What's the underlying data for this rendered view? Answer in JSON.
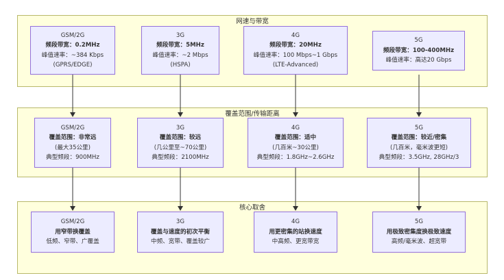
{
  "groups": {
    "bandwidth": {
      "title": "网速与带宽"
    },
    "coverage": {
      "title": "覆盖范围/传输距离"
    },
    "tradeoff": {
      "title": "核心取舍"
    }
  },
  "bandwidth_nodes": [
    {
      "gen": "GSM/2G",
      "key": "频段带宽：0.2MHz",
      "detail": "峰值速率：~384 Kbps",
      "extra": "(GPRS/EDGE)"
    },
    {
      "gen": "3G",
      "key": "频段带宽：5MHz",
      "detail": "峰值速率：~2 Mbps",
      "extra": "(HSPA)"
    },
    {
      "gen": "4G",
      "key": "频段带宽：20MHz",
      "detail": "峰值速率：100 Mbps~1 Gbps",
      "extra": "(LTE-Advanced)"
    },
    {
      "gen": "5G",
      "key": "频段带宽：100-400MHz",
      "detail": "峰值速率：高达20 Gbps"
    }
  ],
  "coverage_nodes": [
    {
      "gen": "GSM/2G",
      "key": "覆盖范围：非常远",
      "detail": "(最大35公里)",
      "extra": "典型频段：900MHz"
    },
    {
      "gen": "3G",
      "key": "覆盖范围：较远",
      "detail": "(几公里至~70公里)",
      "extra": "典型频段：2100MHz"
    },
    {
      "gen": "4G",
      "key": "覆盖范围：适中",
      "detail": "(几百米~30公里)",
      "extra": "典型频段：1.8GHz~2.6GHz"
    },
    {
      "gen": "5G",
      "key": "覆盖范围：较近/密集",
      "detail": "(几百米，毫米波更短)",
      "extra": "典型频段：3.5GHz, 28GHz/3"
    }
  ],
  "tradeoff_nodes": [
    {
      "gen": "GSM/2G",
      "key": "用窄带换覆盖",
      "detail": "低频、窄带、广覆盖"
    },
    {
      "gen": "3G",
      "key": "覆盖与速度的初次平衡",
      "detail": "中频、宽带、覆盖较广"
    },
    {
      "gen": "4G",
      "key": "用更密集的站换速度",
      "detail": "中高频、更宽带宽"
    },
    {
      "gen": "5G",
      "key": "用极致密集度换极致速度",
      "detail": "高频/毫米波、超宽带"
    }
  ],
  "colors": {
    "group_fill": "#ffffdd",
    "group_border": "#b8b86a",
    "node_fill": "#ECECFF",
    "node_border": "#9370DB",
    "edge": "#333333"
  }
}
